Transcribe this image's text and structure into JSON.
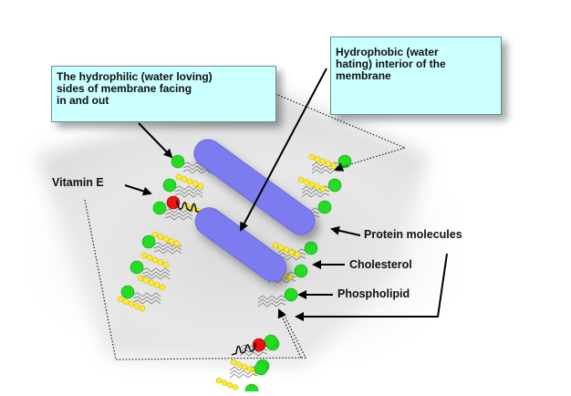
{
  "diagram": {
    "title": "Cell membrane structure",
    "callouts": {
      "hydrophilic": {
        "lines": [
          "The hydrophilic (water loving)",
          "sides of membrane facing",
          "in and out"
        ]
      },
      "hydrophobic": {
        "lines": [
          "Hydrophobic (water",
          "hating) interior of the",
          "membrane"
        ]
      }
    },
    "labels": {
      "vitamin_e": "Vitamin E",
      "protein": "Protein molecules",
      "cholesterol": "Cholesterol",
      "phospholipid": "Phospholipid"
    },
    "colors": {
      "callout_fill": "#ccffff",
      "protein": "#7b7bf0",
      "phospholipid_head": "#22dd22",
      "cholesterol": "#ffee22",
      "vitamin_e": "#ee1111"
    }
  }
}
